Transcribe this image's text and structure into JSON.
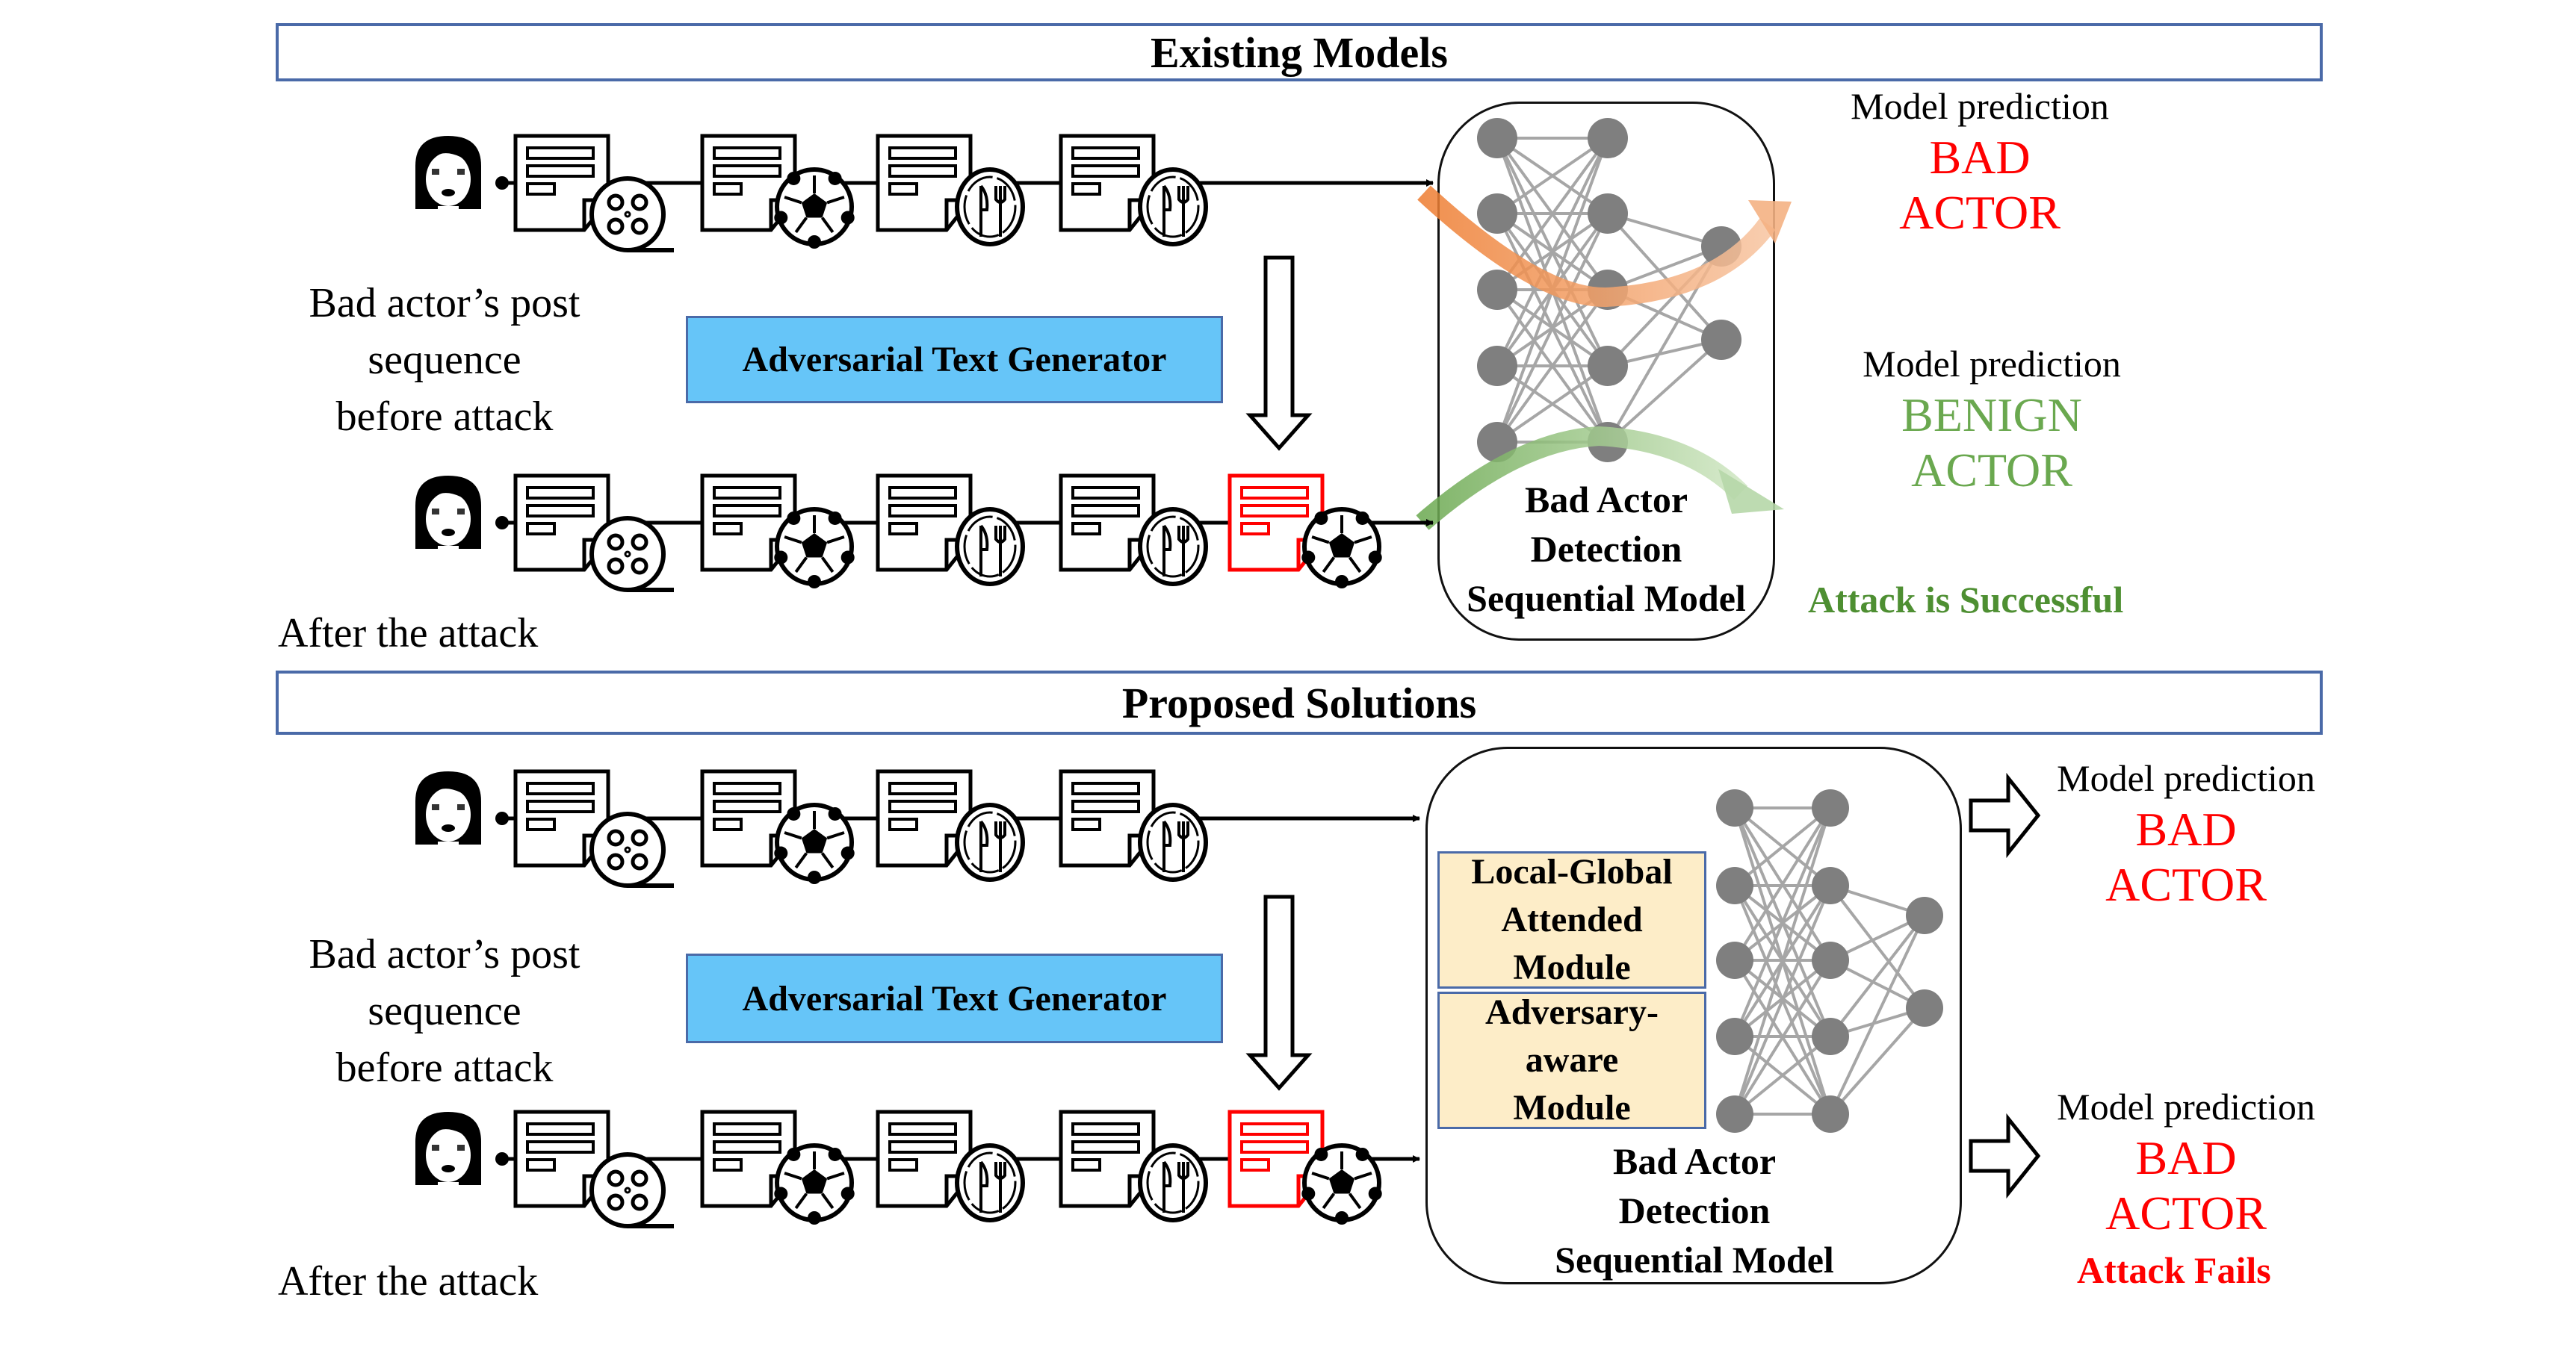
{
  "colors": {
    "header_border": "#4a6aa8",
    "generator_fill": "#66c5f8",
    "module_fill": "#fdedc8",
    "bad_actor": "#ff0000",
    "benign_actor": "#6aa84f",
    "success_text": "#4e8f32",
    "orange_path": "#f08a3e",
    "green_path": "#6aa84f",
    "node": "#7f7f7f",
    "edge": "#a6a6a6",
    "adversarial_post": "#ff0000"
  },
  "sections": [
    {
      "title": "Existing Models",
      "before_caption": [
        "Bad actor’s post",
        "sequence",
        "before attack"
      ],
      "after_caption": "After the attack",
      "generator_label": "Adversarial Text Generator",
      "posts_before": [
        "film-reel",
        "soccer-ball",
        "plate-fork-knife",
        "plate-fork-knife"
      ],
      "posts_after": [
        "film-reel",
        "soccer-ball",
        "plate-fork-knife",
        "plate-fork-knife",
        "soccer-ball"
      ],
      "model_label": [
        "Bad Actor",
        "Detection",
        "Sequential Model"
      ],
      "predictions": [
        {
          "title": "Model prediction",
          "value": [
            "BAD",
            "ACTOR"
          ],
          "kind": "bad"
        },
        {
          "title": "Model prediction",
          "value": [
            "BENIGN",
            "ACTOR"
          ],
          "kind": "benign"
        }
      ],
      "status": "Attack is Successful"
    },
    {
      "title": "Proposed Solutions",
      "before_caption": [
        "Bad actor’s post",
        "sequence",
        "before attack"
      ],
      "after_caption": "After the attack",
      "generator_label": "Adversarial Text Generator",
      "posts_before": [
        "film-reel",
        "soccer-ball",
        "plate-fork-knife",
        "plate-fork-knife"
      ],
      "posts_after": [
        "film-reel",
        "soccer-ball",
        "plate-fork-knife",
        "plate-fork-knife",
        "soccer-ball"
      ],
      "modules": [
        [
          "Local-Global",
          "Attended",
          "Module"
        ],
        [
          "Adversary-",
          "aware",
          "Module"
        ]
      ],
      "model_label": [
        "Bad Actor",
        "Detection",
        "Sequential Model"
      ],
      "predictions": [
        {
          "title": "Model prediction",
          "value": [
            "BAD",
            "ACTOR"
          ],
          "kind": "bad"
        },
        {
          "title": "Model prediction",
          "value": [
            "BAD",
            "ACTOR"
          ],
          "kind": "bad"
        }
      ],
      "status": "Attack Fails"
    }
  ]
}
